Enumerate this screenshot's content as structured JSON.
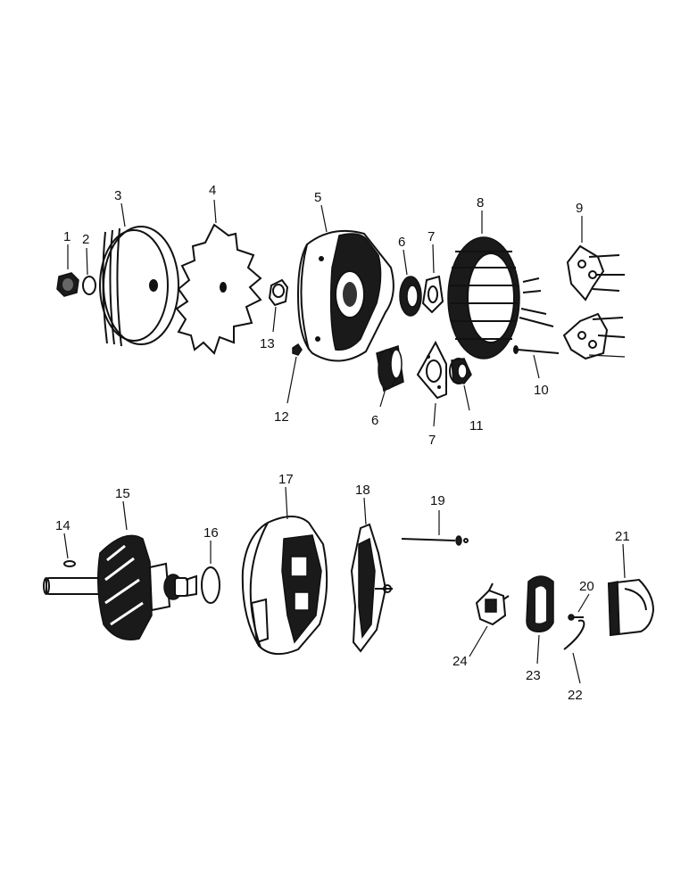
{
  "callouts": {
    "c1": "1",
    "c2": "2",
    "c3": "3",
    "c4": "4",
    "c5": "5",
    "c6a": "6",
    "c7a": "7",
    "c8": "8",
    "c9": "9",
    "c10": "10",
    "c11": "11",
    "c12": "12",
    "c13": "13",
    "c6b": "6",
    "c7b": "7",
    "c14": "14",
    "c15": "15",
    "c16": "16",
    "c17": "17",
    "c18": "18",
    "c19": "19",
    "c20": "20",
    "c21": "21",
    "c22": "22",
    "c23": "23",
    "c24": "24"
  }
}
